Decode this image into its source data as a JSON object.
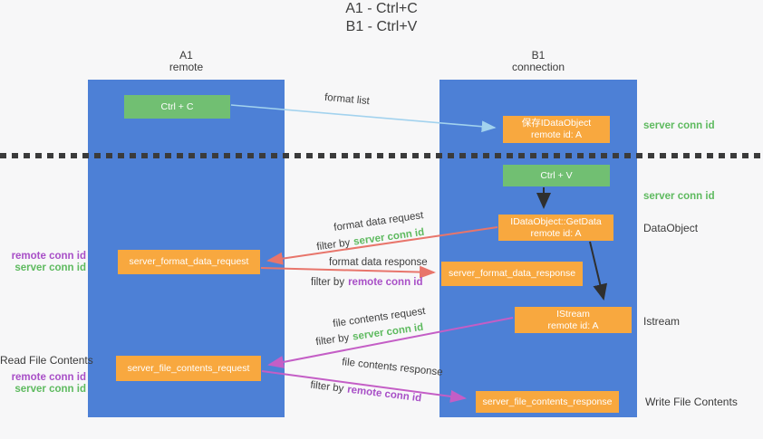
{
  "title": {
    "line1": "A1 - Ctrl+C",
    "line2": "B1 - Ctrl+V"
  },
  "columns": {
    "a1": {
      "name": "A1",
      "subtitle": "remote"
    },
    "b1": {
      "name": "B1",
      "subtitle": "connection"
    }
  },
  "nodes": {
    "ctrl_c": "Ctrl + C",
    "save_idataobject": {
      "line1": "保存IDataObject",
      "line2": "remote id: A"
    },
    "ctrl_v": "Ctrl + V",
    "getdata": {
      "line1": "IDataObject::GetData",
      "line2": "remote id: A"
    },
    "server_format_data_request": "server_format_data_request",
    "server_format_data_response": "server_format_data_response",
    "istream": {
      "line1": "IStream",
      "line2": "remote id: A"
    },
    "server_file_contents_request": "server_file_contents_request",
    "server_file_contents_response": "server_file_contents_response"
  },
  "arrow_labels": {
    "format_list": "format list",
    "format_data_request": "format data request",
    "format_data_response": "format data response",
    "file_contents_request": "file contents request",
    "file_contents_response": "file contents response",
    "filter_prefix": "filter by",
    "server_conn_id": "server conn id",
    "remote_conn_id": "remote conn id"
  },
  "side_labels": {
    "server_conn_id_top": "server conn id",
    "server_conn_id_mid": "server conn id",
    "dataobject": "DataObject",
    "istream": "Istream",
    "write_file_contents": "Write File Contents",
    "read_file_contents": "Read File Contents",
    "remote_conn_id": "remote conn id",
    "server_conn_id": "server conn id"
  },
  "colors": {
    "column_blue": "#4d80d6",
    "node_green": "#71bf72",
    "node_orange": "#f8a83f",
    "arrow_light_blue": "#a2d2ee",
    "arrow_red": "#e8756b",
    "arrow_magenta": "#c45ec6",
    "arrow_black": "#2f2f2f",
    "text_green": "#5eba5f",
    "text_purple": "#a84fc7",
    "background": "#f7f7f8"
  }
}
